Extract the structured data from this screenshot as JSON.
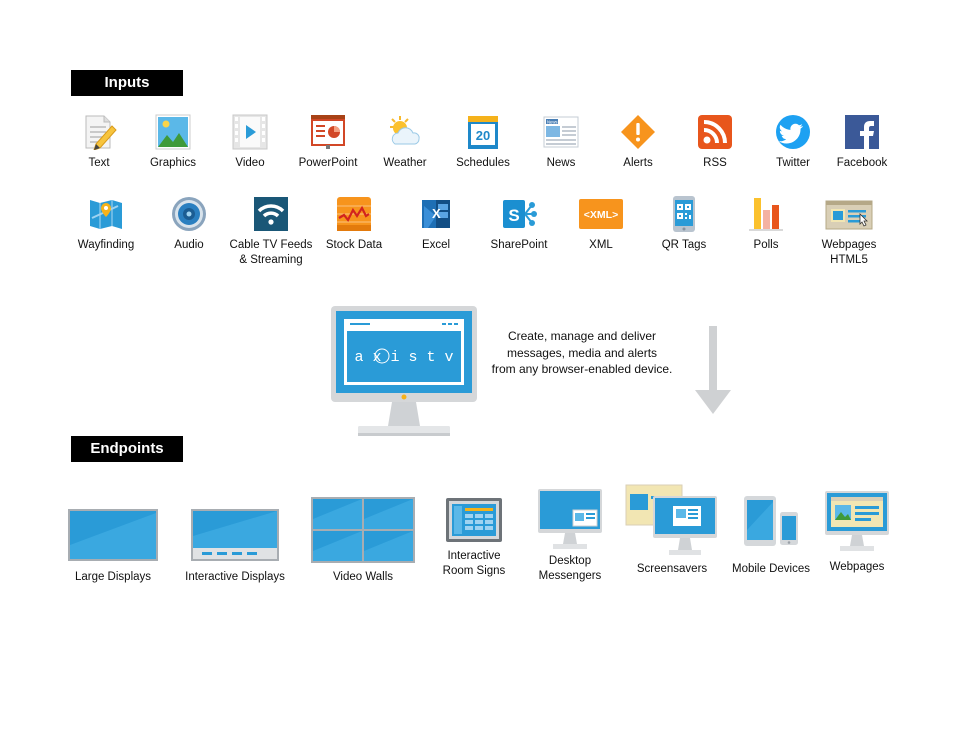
{
  "sections": {
    "inputs": "Inputs",
    "endpoints": "Endpoints"
  },
  "inputs_row1": [
    {
      "label": "Text",
      "icon": "text-icon"
    },
    {
      "label": "Graphics",
      "icon": "graphics-icon"
    },
    {
      "label": "Video",
      "icon": "video-icon"
    },
    {
      "label": "PowerPoint",
      "icon": "powerpoint-icon"
    },
    {
      "label": "Weather",
      "icon": "weather-icon"
    },
    {
      "label": "Schedules",
      "icon": "schedules-icon",
      "badge": "20"
    },
    {
      "label": "News",
      "icon": "news-icon",
      "badge": "News"
    },
    {
      "label": "Alerts",
      "icon": "alerts-icon"
    },
    {
      "label": "RSS",
      "icon": "rss-icon"
    },
    {
      "label": "Twitter",
      "icon": "twitter-icon"
    },
    {
      "label": "Facebook",
      "icon": "facebook-icon"
    }
  ],
  "inputs_row2": [
    {
      "label": "Wayfinding",
      "icon": "wayfinding-icon"
    },
    {
      "label": "Audio",
      "icon": "audio-icon"
    },
    {
      "label": "Cable TV Feeds\n& Streaming",
      "icon": "wifi-icon"
    },
    {
      "label": "Stock Data",
      "icon": "stock-data-icon"
    },
    {
      "label": "Excel",
      "icon": "excel-icon"
    },
    {
      "label": "SharePoint",
      "icon": "sharepoint-icon"
    },
    {
      "label": "XML",
      "icon": "xml-icon",
      "badge": "<XML>"
    },
    {
      "label": "QR Tags",
      "icon": "qr-tags-icon"
    },
    {
      "label": "Polls",
      "icon": "polls-icon"
    },
    {
      "label": "Webpages\nHTML5",
      "icon": "webpages-icon"
    }
  ],
  "hero": {
    "logo_text": "a x i s t v",
    "description": "Create, manage and deliver\nmessages, media and alerts\nfrom any browser-enabled device."
  },
  "endpoints": [
    {
      "label": "Large Displays",
      "icon": "large-display-icon"
    },
    {
      "label": "Interactive Displays",
      "icon": "interactive-display-icon"
    },
    {
      "label": "Video Walls",
      "icon": "video-wall-icon"
    },
    {
      "label": "Interactive\nRoom Signs",
      "icon": "room-sign-icon"
    },
    {
      "label": "Desktop\nMessengers",
      "icon": "desktop-messenger-icon"
    },
    {
      "label": "Screensavers",
      "icon": "screensaver-icon"
    },
    {
      "label": "Mobile Devices",
      "icon": "mobile-devices-icon"
    },
    {
      "label": "Webpages",
      "icon": "webpages-monitor-icon"
    }
  ],
  "colors": {
    "blue": "#2a9bd7",
    "dark": "#000000",
    "arrow": "#cfd1d3",
    "orange": "#f7941d"
  }
}
